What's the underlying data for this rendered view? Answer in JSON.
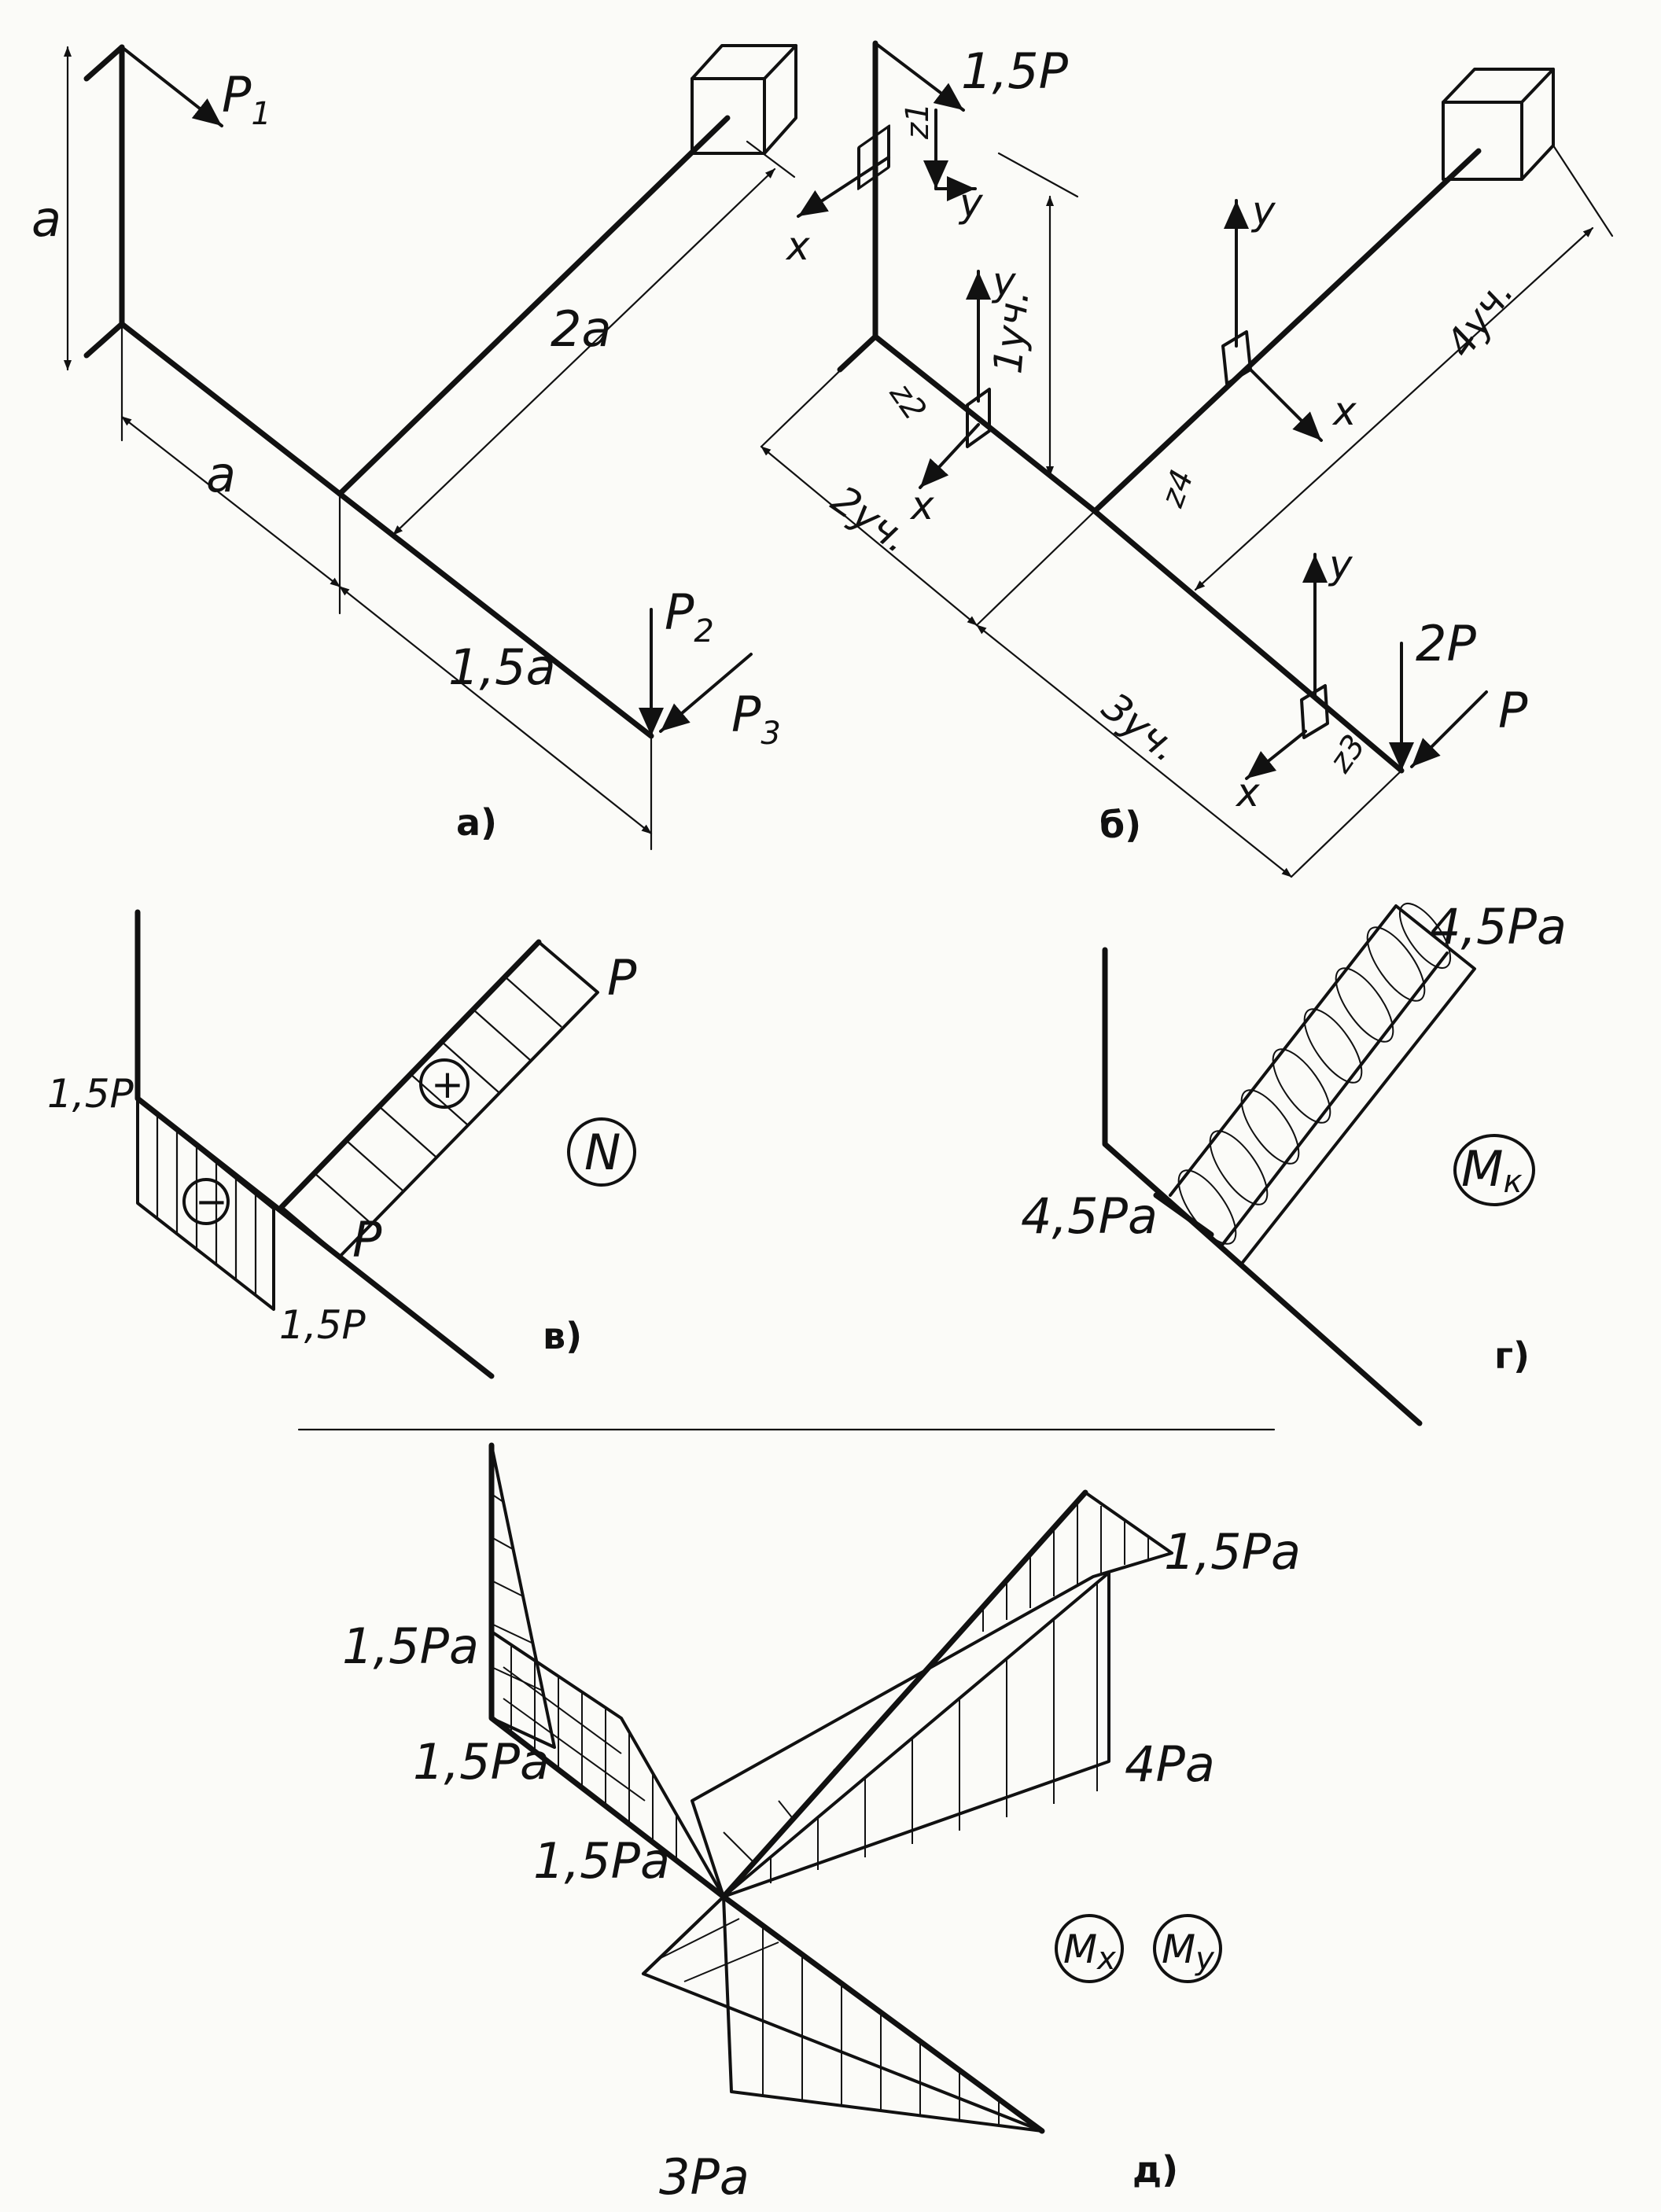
{
  "figure_a": {
    "caption": "а)",
    "loads": [
      "P",
      "1",
      "P",
      "2",
      "P",
      "3"
    ],
    "dims": [
      "a",
      "a",
      "2a",
      "1,5a"
    ]
  },
  "figure_b": {
    "caption": "б)",
    "loads": [
      "1,5P",
      "2P",
      "P"
    ],
    "axes": [
      "x",
      "y"
    ],
    "sections": [
      "z",
      "1",
      "z",
      "2",
      "z",
      "3",
      "z",
      "4"
    ],
    "segments": [
      "1уч.",
      "2уч.",
      "3уч.",
      "4уч."
    ]
  },
  "figure_v": {
    "caption": "в)",
    "symbol": "N",
    "signs": [
      "−",
      "+"
    ],
    "values": [
      "1,5P",
      "1,5P",
      "P",
      "P"
    ]
  },
  "figure_g": {
    "caption": "г)",
    "symbol_main": "M",
    "symbol_sub": "к",
    "values": [
      "4,5Pa",
      "4,5Pa"
    ]
  },
  "figure_d": {
    "caption": "д)",
    "symbols": [
      {
        "main": "M",
        "sub": "x"
      },
      {
        "main": "M",
        "sub": "y"
      }
    ],
    "values": [
      "1,5Pa",
      "1,5Pa",
      "1,5Pa",
      "1,5Pa",
      "4Pa",
      "3Pa"
    ]
  }
}
